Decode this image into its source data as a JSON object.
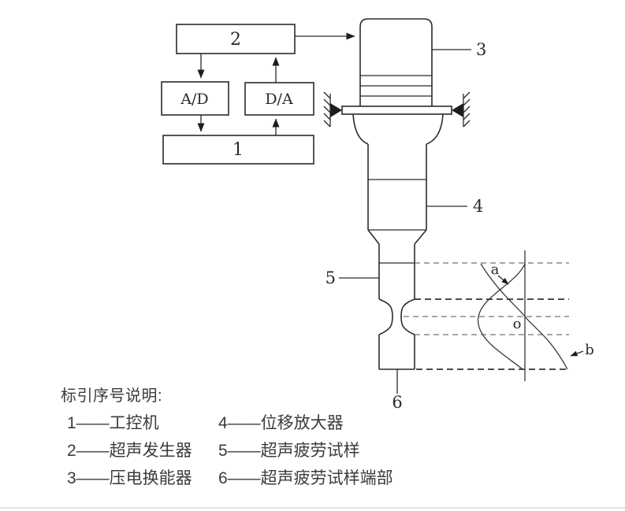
{
  "figure": {
    "blocks": {
      "generator_label": "2",
      "ad_label": "A/D",
      "da_label": "D/A",
      "computer_label": "1"
    },
    "part_labels": {
      "transducer": "3",
      "horn": "4",
      "specimen": "5",
      "specimen_end": "6"
    },
    "plot_labels": {
      "curve_a": "a",
      "origin": "o",
      "curve_b": "b"
    }
  },
  "legend": {
    "title": "标引序号说明:",
    "col1": [
      "1——工控机",
      "2——超声发生器",
      "3——压电换能器"
    ],
    "col2": [
      "4——位移放大器",
      "5——超声疲劳试样",
      "6——超声疲劳试样端部"
    ]
  },
  "colors": {
    "line": "#2b2b2b",
    "text": "#3b3b3b",
    "separator": "#e2e6ea"
  }
}
